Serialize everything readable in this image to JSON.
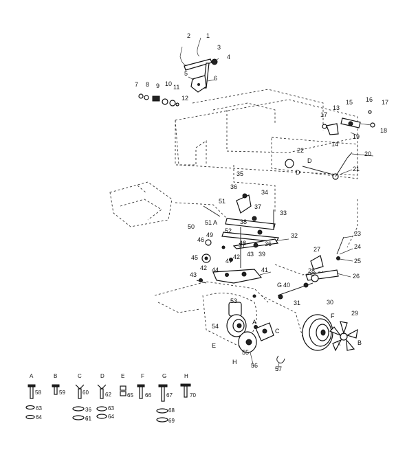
{
  "parts": [
    {
      "id": "p2",
      "label": "2"
    },
    {
      "id": "p1",
      "label": "1"
    },
    {
      "id": "p3",
      "label": "3"
    },
    {
      "id": "p4",
      "label": "4"
    },
    {
      "id": "p5",
      "label": "5"
    },
    {
      "id": "p6",
      "label": "6"
    },
    {
      "id": "p7",
      "label": "7"
    },
    {
      "id": "p8",
      "label": "8"
    },
    {
      "id": "p9",
      "label": "9"
    },
    {
      "id": "p10",
      "label": "10"
    },
    {
      "id": "p11",
      "label": "11"
    },
    {
      "id": "p12",
      "label": "12"
    },
    {
      "id": "p13",
      "label": "13"
    },
    {
      "id": "p15",
      "label": "15"
    },
    {
      "id": "p16",
      "label": "16"
    },
    {
      "id": "p17a",
      "label": "17"
    },
    {
      "id": "p17b",
      "label": "17"
    },
    {
      "id": "p18",
      "label": "18"
    },
    {
      "id": "p19",
      "label": "19"
    },
    {
      "id": "p14",
      "label": "14"
    },
    {
      "id": "p20",
      "label": "20"
    },
    {
      "id": "p21",
      "label": "21"
    },
    {
      "id": "p22",
      "label": "22"
    },
    {
      "id": "pD1",
      "label": "D"
    },
    {
      "id": "pD2",
      "label": "D"
    },
    {
      "id": "p35",
      "label": "35"
    },
    {
      "id": "p36a",
      "label": "36"
    },
    {
      "id": "p34",
      "label": "34"
    },
    {
      "id": "p51",
      "label": "51"
    },
    {
      "id": "p37a",
      "label": "37"
    },
    {
      "id": "p33",
      "label": "33"
    },
    {
      "id": "p50",
      "label": "50"
    },
    {
      "id": "p51A",
      "label": "51 A"
    },
    {
      "id": "p38",
      "label": "38"
    },
    {
      "id": "p52",
      "label": "52"
    },
    {
      "id": "p49",
      "label": "49"
    },
    {
      "id": "p32",
      "label": "32"
    },
    {
      "id": "p46",
      "label": "46"
    },
    {
      "id": "p48",
      "label": "48"
    },
    {
      "id": "p37b",
      "label": "37"
    },
    {
      "id": "p36b",
      "label": "36"
    },
    {
      "id": "p39",
      "label": "39"
    },
    {
      "id": "p45",
      "label": "45"
    },
    {
      "id": "p47",
      "label": "47"
    },
    {
      "id": "p42a",
      "label": "42"
    },
    {
      "id": "p43a",
      "label": "43"
    },
    {
      "id": "p42b",
      "label": "42"
    },
    {
      "id": "p44",
      "label": "44"
    },
    {
      "id": "p41",
      "label": "41"
    },
    {
      "id": "p43b",
      "label": "43"
    },
    {
      "id": "p40",
      "label": "40"
    },
    {
      "id": "p23",
      "label": "23"
    },
    {
      "id": "p24",
      "label": "24"
    },
    {
      "id": "p25a",
      "label": "25"
    },
    {
      "id": "p27",
      "label": "27"
    },
    {
      "id": "p28",
      "label": "28"
    },
    {
      "id": "p26",
      "label": "26"
    },
    {
      "id": "pG1",
      "label": "G"
    },
    {
      "id": "p31",
      "label": "31"
    },
    {
      "id": "p53",
      "label": "53"
    },
    {
      "id": "p30",
      "label": "30"
    },
    {
      "id": "p29",
      "label": "29"
    },
    {
      "id": "pF",
      "label": "F"
    },
    {
      "id": "pB",
      "label": "B"
    },
    {
      "id": "p54",
      "label": "54"
    },
    {
      "id": "pE",
      "label": "E"
    },
    {
      "id": "pA",
      "label": "A"
    },
    {
      "id": "pC",
      "label": "C"
    },
    {
      "id": "p55",
      "label": "55"
    },
    {
      "id": "pH",
      "label": "H"
    },
    {
      "id": "p56",
      "label": "56"
    },
    {
      "id": "p57",
      "label": "57"
    }
  ],
  "hardware": {
    "letters": [
      "A",
      "B",
      "C",
      "D",
      "E",
      "F",
      "G",
      "H"
    ],
    "items": [
      {
        "id": "h58",
        "label": "58"
      },
      {
        "id": "h59",
        "label": "59"
      },
      {
        "id": "h60",
        "label": "60"
      },
      {
        "id": "h62",
        "label": "62"
      },
      {
        "id": "h65",
        "label": "65"
      },
      {
        "id": "h66",
        "label": "66"
      },
      {
        "id": "h67",
        "label": "67"
      },
      {
        "id": "h70",
        "label": "70"
      },
      {
        "id": "h63a",
        "label": "63"
      },
      {
        "id": "h64a",
        "label": "64"
      },
      {
        "id": "h36",
        "label": "36"
      },
      {
        "id": "h61a",
        "label": "61"
      },
      {
        "id": "h63b",
        "label": "63"
      },
      {
        "id": "h64b",
        "label": "64"
      },
      {
        "id": "h61b",
        "label": "61"
      },
      {
        "id": "h68",
        "label": "68"
      },
      {
        "id": "h69",
        "label": "69"
      }
    ]
  }
}
